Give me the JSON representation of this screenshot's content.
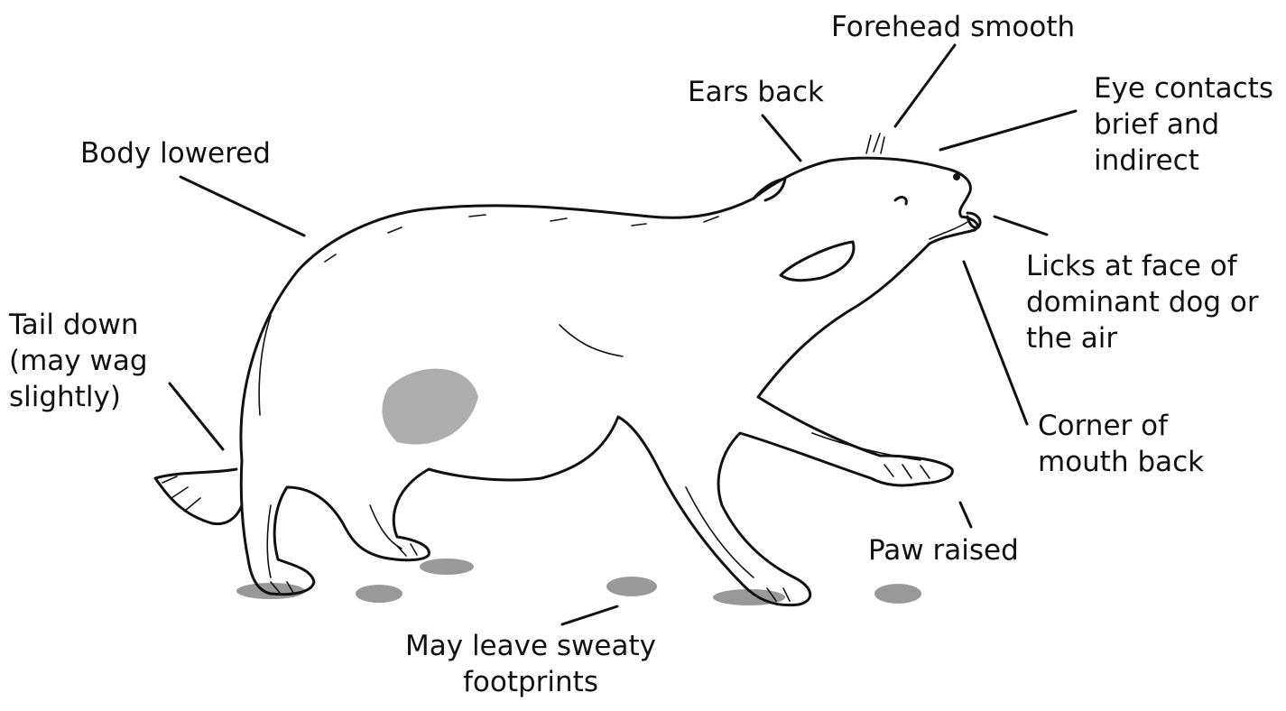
{
  "labels": {
    "forehead": "Forehead smooth",
    "ears": "Ears back",
    "eyes": [
      "Eye contacts",
      "brief and",
      "indirect"
    ],
    "body": "Body lowered",
    "licks": [
      "Licks at face of",
      "dominant dog or",
      "the air"
    ],
    "tail": [
      "Tail down",
      "(may wag",
      "slightly)"
    ],
    "mouth": [
      "Corner of",
      "mouth back"
    ],
    "paw": "Paw raised",
    "footprints": [
      "May leave sweaty",
      "footprints"
    ]
  },
  "colors": {
    "ink": "#111111",
    "background": "#ffffff"
  }
}
